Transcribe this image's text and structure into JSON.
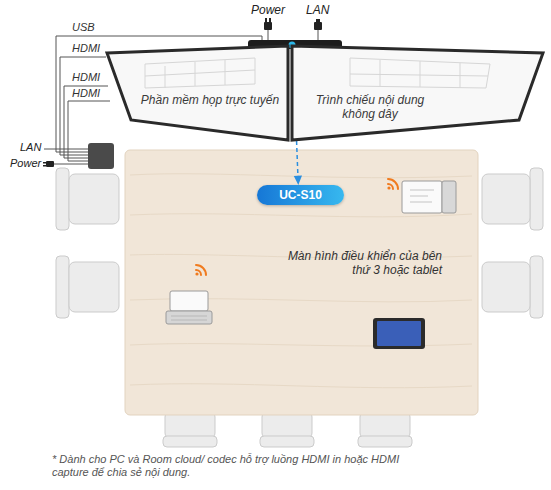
{
  "diagram": {
    "caption": "* Dành cho PC và Room cloud/ codec hỗ trợ luồng HDMI in hoặc HDMI capture để chia sẻ nội dung.",
    "nodes": [
      {
        "text": [
          "Phần mềm họp trực tuyến"
        ]
      },
      {
        "text": [
          "Trình chiếu nội dung không dây"
        ]
      },
      {
        "text": [
          "UC-S10"
        ]
      }
    ],
    "labels": [
      "Power",
      "LAN",
      "USB",
      "HDMI",
      "HDMI",
      "HDMI",
      "LAN",
      "Power",
      "Màn hình điều khiển của bên thứ 3 hoặc tablet"
    ]
  }
}
